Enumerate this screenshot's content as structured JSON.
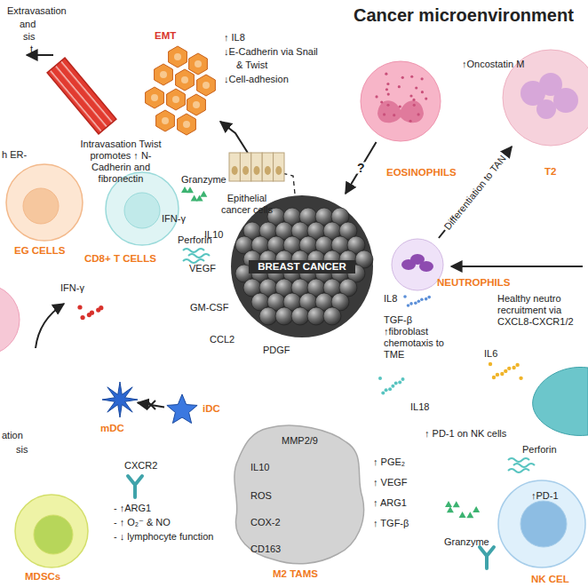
{
  "diagram": {
    "title": "Cancer microenvironment",
    "nodes": [
      {
        "text": [
          "EMT"
        ]
      },
      {
        "text": [
          "Epithelial cancer cells"
        ]
      },
      {
        "text": [
          "EOSINOPHILS"
        ]
      },
      {
        "text": [
          "T2"
        ]
      },
      {
        "text": [
          "EG CELLS"
        ]
      },
      {
        "text": [
          "CD8+ T CELLS"
        ]
      },
      {
        "text": [
          "BREAST CANCER"
        ]
      },
      {
        "text": [
          "NEUTROPHILS"
        ]
      },
      {
        "text": [
          "mDC"
        ]
      },
      {
        "text": [
          "iDC"
        ]
      },
      {
        "text": [
          "MDSCs"
        ]
      },
      {
        "text": [
          "MMP2/9",
          "IL10",
          "ROS",
          "COX-2",
          "CD163",
          "M2 TAMS"
        ]
      },
      {
        "text": [
          "NK CEL"
        ]
      }
    ],
    "edges": [
      {
        "from": 1,
        "to": 0,
        "arrow": "to"
      },
      {
        "from": 6,
        "to": 1,
        "arrow": "none"
      },
      {
        "from": 2,
        "to": 6,
        "arrow": "to",
        "label": "?"
      },
      {
        "from": 7,
        "to": 3,
        "arrow": "to",
        "label": "Differentiation to TAN"
      },
      {
        "from": 9,
        "to": 8,
        "arrow": "to"
      }
    ],
    "labels": [
      "Extravasation",
      "and",
      "sis",
      "t",
      "↑ IL8",
      "↓E-Cadherin via Snail",
      "& Twist",
      "↓Cell-adhesion",
      "Intravasation Twist promotes ↑ N-Cadherin and fibronectin",
      "↑Oncostatin M",
      "h ER-",
      "Granzyme",
      "IFN-γ",
      "Perforin",
      "IL10",
      "VEGF",
      "GM-CSF",
      "CCL2",
      "PDGF",
      "IL8",
      "TGF-β ↑fibroblast chemotaxis to TME",
      "Healthy neutro recruitment via CXCL8-CXCR1/2",
      "IL6",
      "IFN-γ",
      "IL18",
      "↑ PD-1 on NK cells",
      "ation",
      "sis",
      "CXCR2",
      "- ↑ARG1",
      "- ↑ O₂⁻ & NO",
      "- ↓ lymphocyte function",
      "↑ PGE₂",
      "↑ VEGF",
      "↑ ARG1",
      "↑ TGF-β",
      "Granzyme",
      "Perforin",
      "↑PD-1"
    ]
  }
}
